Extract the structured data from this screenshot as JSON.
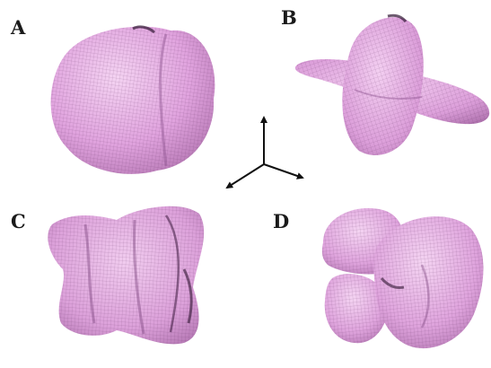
{
  "panels": [
    {
      "label": "A",
      "shape": "peanut-capsule-surface"
    },
    {
      "label": "B",
      "shape": "cross-lobed-surface"
    },
    {
      "label": "C",
      "shape": "saddle-winged-surface"
    },
    {
      "label": "D",
      "shape": "four-lobed-surface"
    }
  ],
  "axes": {
    "icon": "three-axis-arrows-icon",
    "color": "#111111"
  },
  "colors": {
    "surface_fill": "#e2a6e0",
    "surface_light": "#f2cdf0",
    "surface_shadow": "#a86aa8",
    "mesh_line": "#5b2d5b"
  }
}
